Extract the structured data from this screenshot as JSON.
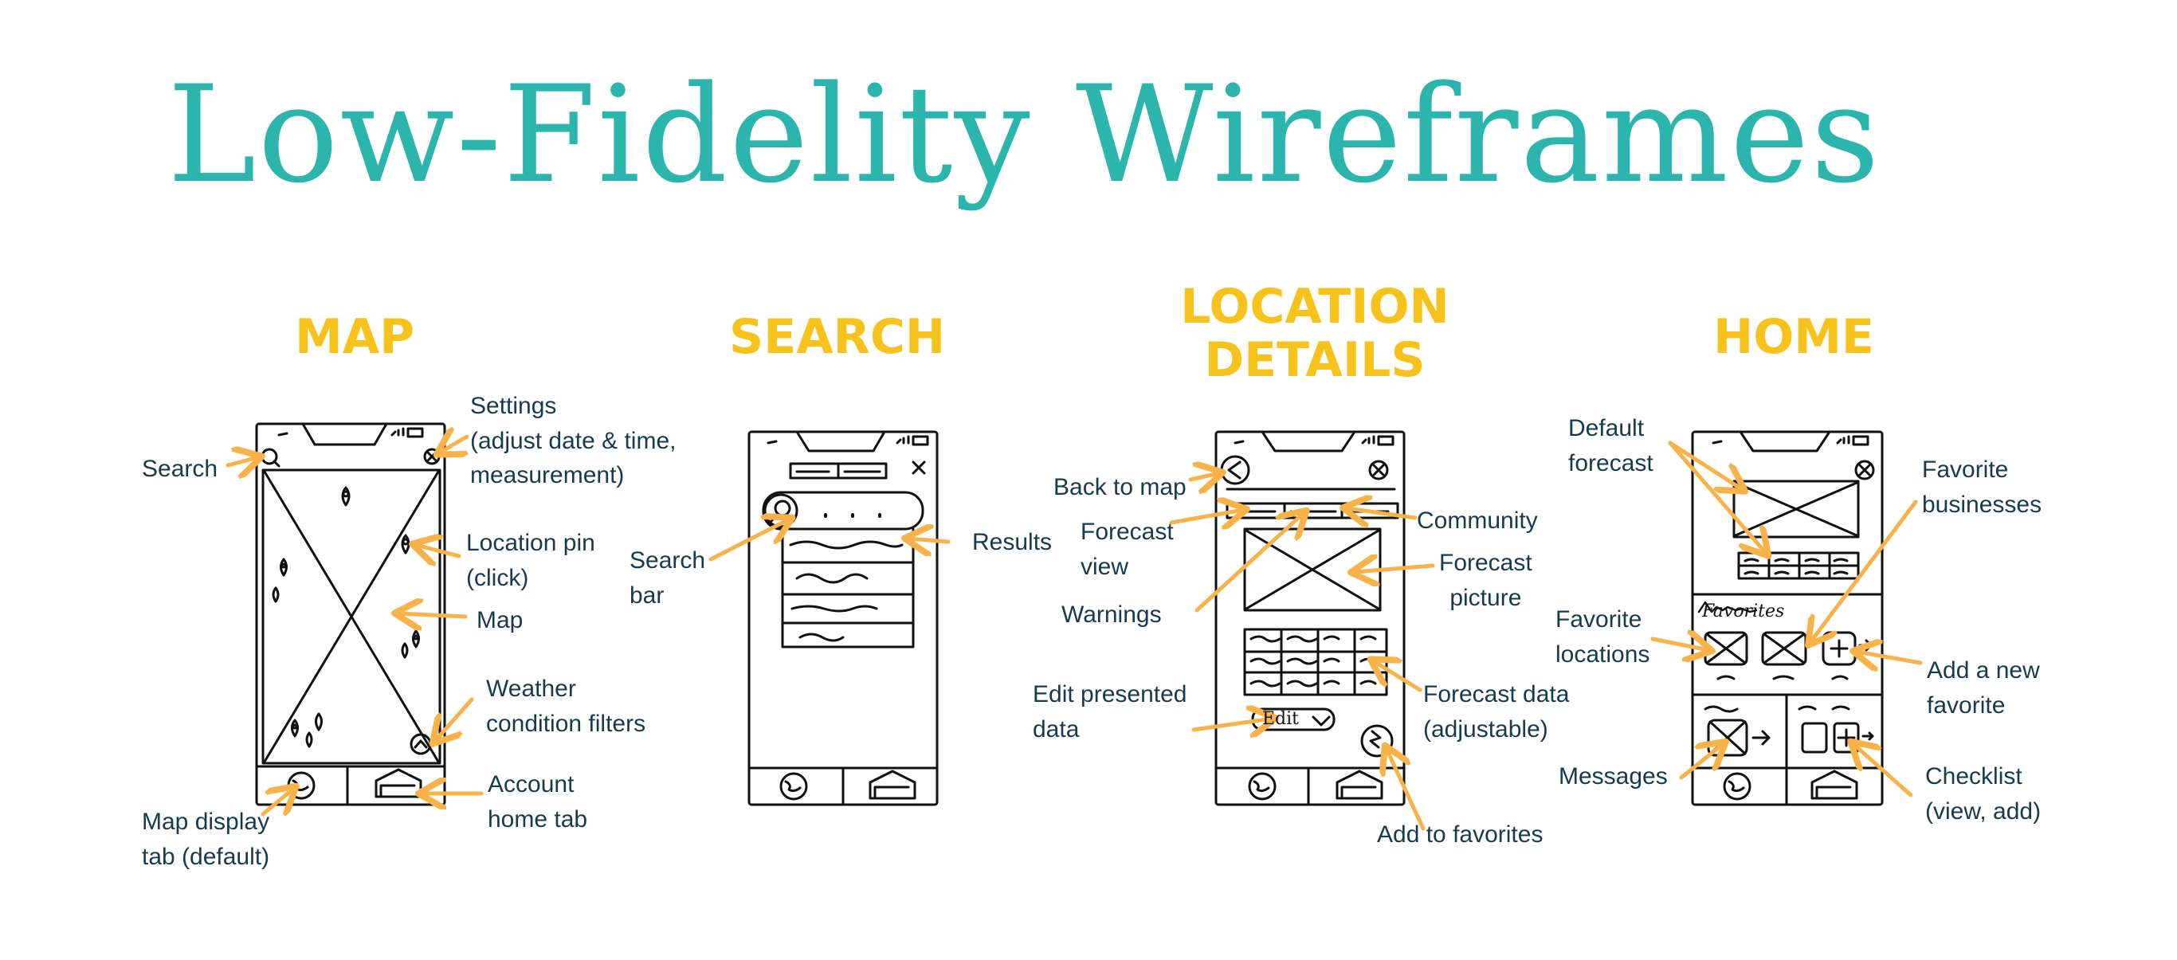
{
  "title": "Low-Fidelity Wireframes",
  "sections": {
    "map": "MAP",
    "search": "SEARCH",
    "location_line1": "LOCATION",
    "location_line2": "DETAILS",
    "home": "HOME"
  },
  "map_labels": {
    "search": "Search",
    "settings_1": "Settings",
    "settings_2": "(adjust date & time,",
    "settings_3": "measurement)",
    "pin_1": "Location pin",
    "pin_2": "(click)",
    "map": "Map",
    "filters_1": "Weather",
    "filters_2": "condition filters",
    "display_1": "Map display",
    "display_2": "tab (default)",
    "account_1": "Account",
    "account_2": "home tab"
  },
  "search_labels": {
    "bar_1": "Search",
    "bar_2": "bar",
    "results": "Results"
  },
  "details_labels": {
    "back": "Back to map",
    "fview_1": "Forecast",
    "fview_2": "view",
    "warnings": "Warnings",
    "community": "Community",
    "fpic_1": "Forecast",
    "fpic_2": "picture",
    "edit_1": "Edit presented",
    "edit_2": "data",
    "fdata_1": "Forecast data",
    "fdata_2": "(adjustable)",
    "addfav": "Add to favorites",
    "edit_button": "Edit"
  },
  "home_labels": {
    "default_1": "Default",
    "default_2": "forecast",
    "favbiz_1": "Favorite",
    "favbiz_2": "businesses",
    "favloc_1": "Favorite",
    "favloc_2": "locations",
    "addnew_1": "Add a new",
    "addnew_2": "favorite",
    "messages": "Messages",
    "check_1": "Checklist",
    "check_2": "(view, add)",
    "favorites_heading": "Favorites"
  },
  "colors": {
    "title": "#2bb5ad",
    "section": "#f7c21b",
    "label": "#163b4e",
    "arrow": "#f7b34a",
    "sketch": "#111111"
  }
}
